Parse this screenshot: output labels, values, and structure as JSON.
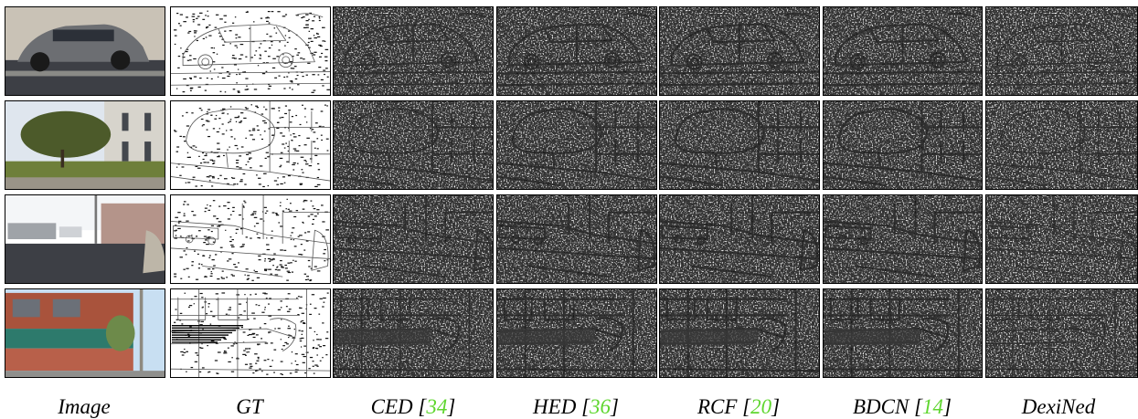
{
  "figure": {
    "columns": [
      {
        "id": "image",
        "label": "Image",
        "cite": ""
      },
      {
        "id": "gt",
        "label": "GT",
        "cite": ""
      },
      {
        "id": "ced",
        "label": "CED",
        "cite": "34"
      },
      {
        "id": "hed",
        "label": "HED",
        "cite": "36"
      },
      {
        "id": "rcf",
        "label": "RCF",
        "cite": "20"
      },
      {
        "id": "bdcn",
        "label": "BDCN",
        "cite": "14"
      },
      {
        "id": "dexined",
        "label": "DexiNed",
        "cite": ""
      }
    ],
    "rows": [
      {
        "id": "car-street"
      },
      {
        "id": "tree-building"
      },
      {
        "id": "parked-cars-street"
      },
      {
        "id": "brick-building"
      }
    ],
    "colors": {
      "cite": "#5fd62f",
      "border": "#000000",
      "edge": "#111111",
      "sky": "#dfe6ee",
      "wall": "#c9c2b6",
      "grass": "#6e7f3a",
      "road": "#3d3f45",
      "brick": "#a9533c",
      "hedge": "#2d7a6c",
      "tree": "#4c5a2a",
      "car": "#6c6e72"
    }
  }
}
